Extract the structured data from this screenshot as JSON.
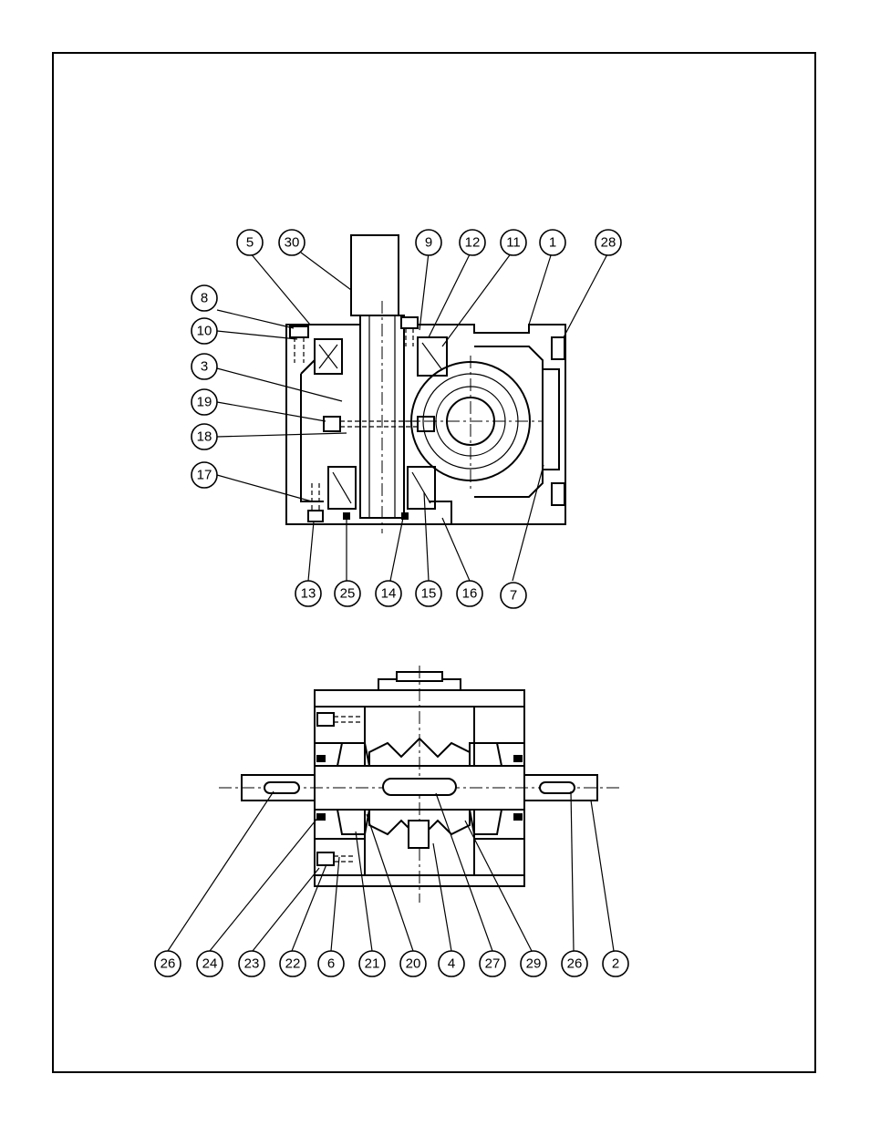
{
  "callouts_top": [
    "5",
    "30",
    "9",
    "12",
    "11",
    "1",
    "28",
    "8",
    "10",
    "3",
    "19",
    "18",
    "17",
    "13",
    "25",
    "14",
    "15",
    "16",
    "7"
  ],
  "callouts_bottom": [
    "26",
    "24",
    "23",
    "22",
    "6",
    "21",
    "20",
    "4",
    "27",
    "29",
    "26",
    "2"
  ],
  "colors": {
    "line": "#000000",
    "background": "#ffffff"
  }
}
